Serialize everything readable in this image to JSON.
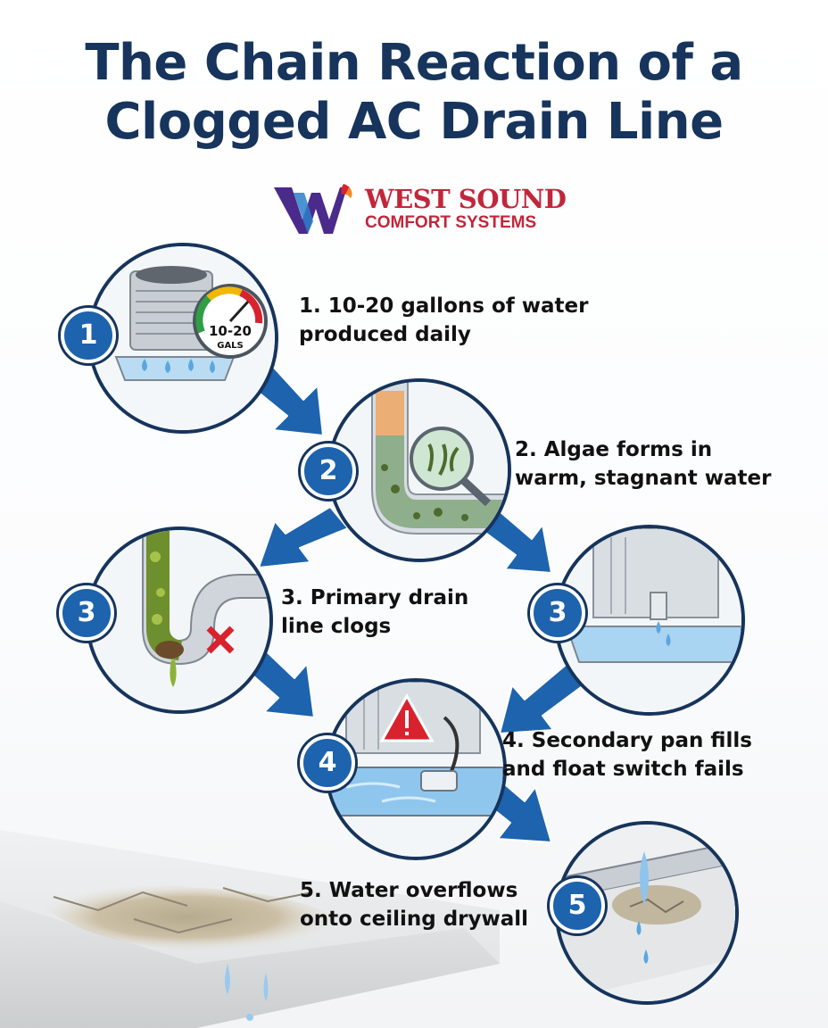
{
  "title": {
    "line1": "The Chain Reaction of a",
    "line2": "Clogged AC Drain Line"
  },
  "logo": {
    "name": "WEST SOUND",
    "subtitle": "COMFORT SYSTEMS",
    "gauge_value": "10-20",
    "gauge_unit": "GALS"
  },
  "steps": [
    {
      "badge": "1",
      "line1": "1. 10-20 gallons of water",
      "line2": "produced daily",
      "icon": "ac-unit-gauge"
    },
    {
      "badge": "2",
      "line1": "2. Algae forms in",
      "line2": "warm, stagnant water",
      "icon": "algae-pipe-magnifier"
    },
    {
      "badge": "3",
      "line1": "3. Primary drain",
      "line2": "line clogs",
      "icon": "clogged-pipe"
    },
    {
      "badge": "3",
      "line1": "",
      "line2": "",
      "icon": "drip-pan-overflow"
    },
    {
      "badge": "4",
      "line1": "4. Secondary pan fills",
      "line2": "and float switch fails",
      "icon": "warning-float-switch"
    },
    {
      "badge": "5",
      "line1": "5. Water overflows",
      "line2": "onto ceiling drywall",
      "icon": "ceiling-leak"
    }
  ],
  "colors": {
    "title": "#16345c",
    "badge": "#1d63ad",
    "arrow": "#1d63ad",
    "brand_red": "#c2263b",
    "brand_purple": "#4a2a8a"
  }
}
